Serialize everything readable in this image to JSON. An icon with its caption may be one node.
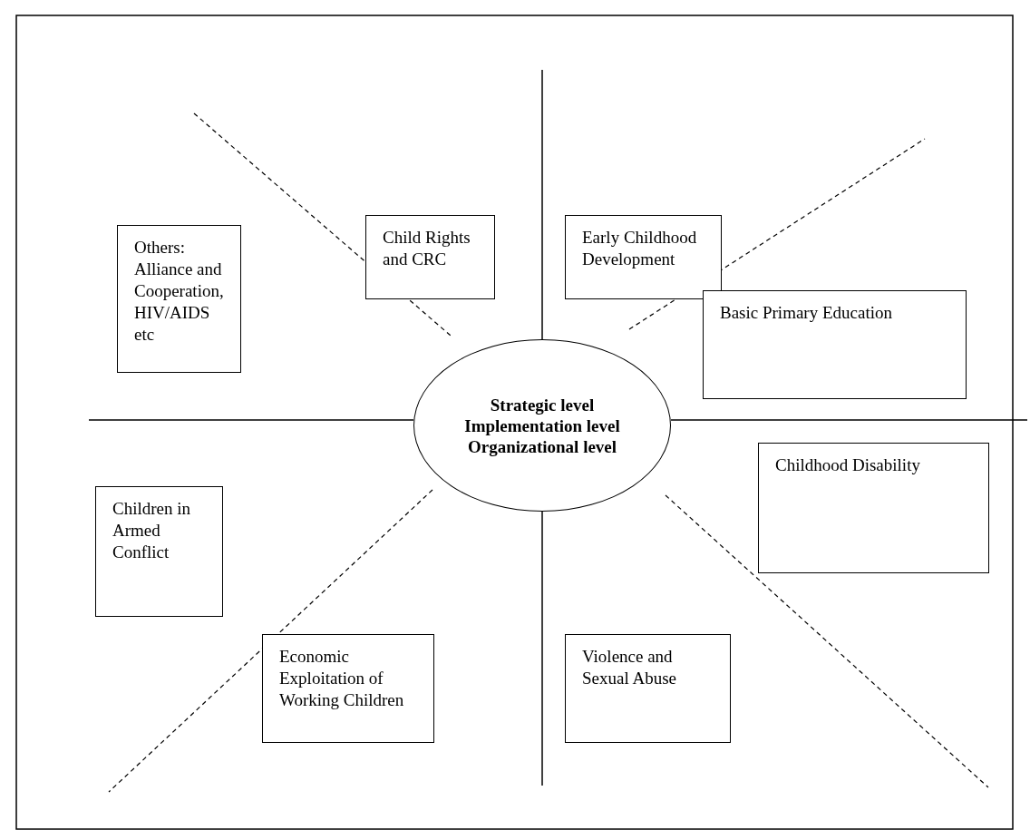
{
  "diagram": {
    "nodes": [
      {
        "text": [
          "Child Rights and CRC"
        ]
      },
      {
        "text": [
          "Early Childhood Development"
        ]
      },
      {
        "text": [
          "Others: Alliance and Cooperation, HIV/AIDS etc"
        ]
      },
      {
        "text": [
          "Basic Primary Education"
        ]
      },
      {
        "text": [
          "Strategic level",
          "Implementation level",
          "Organizational level"
        ]
      },
      {
        "text": [
          "Childhood Disability"
        ]
      },
      {
        "text": [
          "Children in Armed Conflict"
        ]
      },
      {
        "text": [
          "Economic Exploitation of Working Children"
        ]
      },
      {
        "text": [
          "Violence and Sexual Abuse"
        ]
      }
    ]
  }
}
